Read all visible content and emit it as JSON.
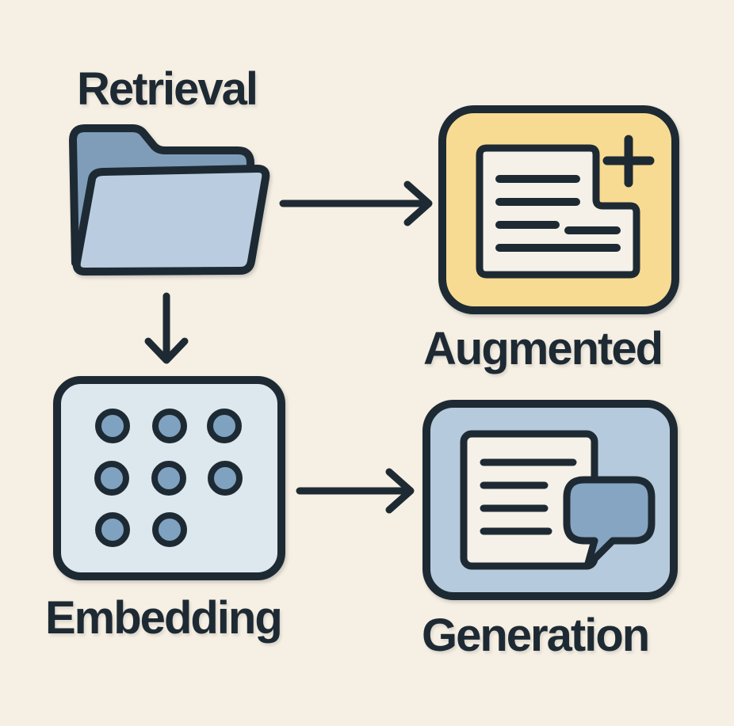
{
  "nodes": {
    "retrieval": {
      "label": "Retrieval",
      "icon": "folder-icon"
    },
    "augmented": {
      "label": "Augmented",
      "icon": "document-plus-icon"
    },
    "embedding": {
      "label": "Embedding",
      "icon": "dot-grid-icon"
    },
    "generation": {
      "label": "Generation",
      "icon": "document-chat-bubble-icon"
    }
  },
  "arrows": [
    {
      "from": "Retrieval",
      "to": "Augmented",
      "direction": "right"
    },
    {
      "from": "Retrieval",
      "to": "Embedding",
      "direction": "down"
    },
    {
      "from": "Embedding",
      "to": "Generation",
      "direction": "right"
    }
  ],
  "colors": {
    "background": "#f6efe3",
    "ink": "#1e2a33",
    "folder_back": "#7f9db9",
    "folder_front": "#bacde0",
    "augmented_box": "#f8db92",
    "document_fill": "#f6f1e8",
    "embedding_box": "#dce7ee",
    "dot_fill": "#7fa2c1",
    "generation_box": "#b6cadd",
    "bubble_fill": "#86a5c2"
  }
}
